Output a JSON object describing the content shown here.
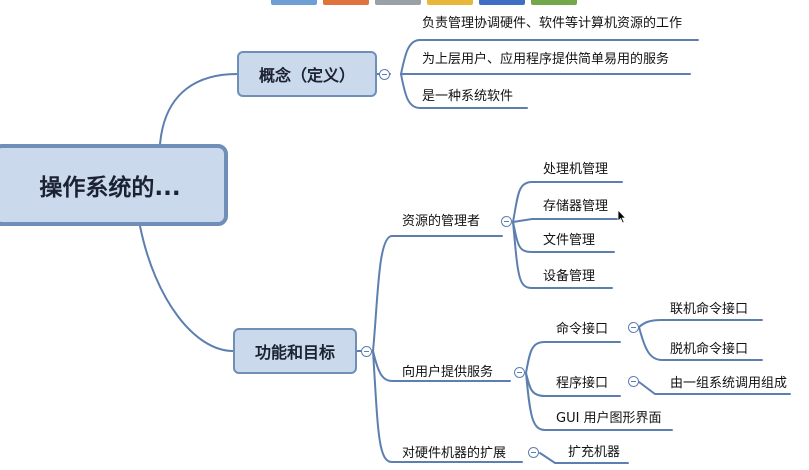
{
  "colors": {
    "line": "#5d7fb0",
    "node_fill": "#cbd9ec",
    "node_border": "#6f8fb8",
    "swatches": [
      "#6d9fd6",
      "#e1733d",
      "#9aa0a8",
      "#e8b73a",
      "#3f6fc4",
      "#73a84a"
    ]
  },
  "root": {
    "label": "操作系统的..."
  },
  "branches": [
    {
      "label": "概念（定义）",
      "children": [
        {
          "label": "负责管理协调硬件、软件等计算机资源的工作"
        },
        {
          "label": "为上层用户、应用程序提供简单易用的服务"
        },
        {
          "label": "是一种系统软件"
        }
      ]
    },
    {
      "label": "功能和目标",
      "children": [
        {
          "label": "资源的管理者",
          "children": [
            {
              "label": "处理机管理"
            },
            {
              "label": "存储器管理"
            },
            {
              "label": "文件管理"
            },
            {
              "label": "设备管理"
            }
          ]
        },
        {
          "label": "向用户提供服务",
          "children": [
            {
              "label": "命令接口",
              "children": [
                {
                  "label": "联机命令接口"
                },
                {
                  "label": "脱机命令接口"
                }
              ]
            },
            {
              "label": "程序接口",
              "children": [
                {
                  "label": "由一组系统调用组成"
                }
              ]
            },
            {
              "label": "GUI 用户图形界面"
            }
          ]
        },
        {
          "label": "对硬件机器的扩展",
          "children": [
            {
              "label": "扩充机器"
            }
          ]
        }
      ]
    }
  ]
}
